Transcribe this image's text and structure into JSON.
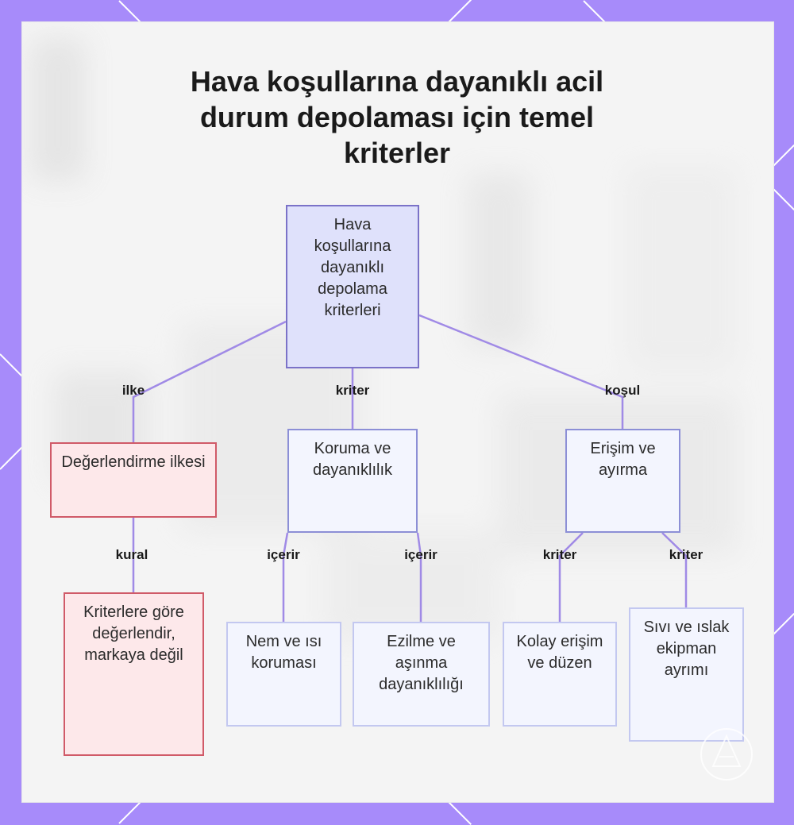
{
  "title": "Hava koşullarına dayanıklı acil durum depolaması için temel kriterler",
  "colors": {
    "frame": "#a78bfa",
    "edge": "#a08ae6",
    "root_fill": "#dfe1fb",
    "root_border": "#7b72c8",
    "node_fill": "#f3f5fe",
    "node_border": "#8c8fd6",
    "rule_fill": "#fde8ea",
    "rule_border": "#d05a68"
  },
  "nodes": {
    "root": "Hava koşullarına dayanıklı depolama kriterleri",
    "evaluation_principle": "Değerlendirme ilkesi",
    "protection": "Koruma ve dayanıklılık",
    "access": "Erişim ve ayırma",
    "evaluate_by_criteria": "Kriterlere göre değerlendir, markaya değil",
    "moisture_heat": "Nem ve ısı koruması",
    "crush_wear": "Ezilme ve aşınma dayanıklılığı",
    "easy_access": "Kolay erişim ve düzen",
    "liquid_separation": "Sıvı ve ıslak ekipman ayrımı"
  },
  "edges": {
    "root_principle": "ilke",
    "root_protection": "kriter",
    "root_access": "koşul",
    "principle_rule": "kural",
    "protection_moisture": "içerir",
    "protection_crush": "içerir",
    "access_easy": "kriter",
    "access_liquid": "kriter"
  }
}
